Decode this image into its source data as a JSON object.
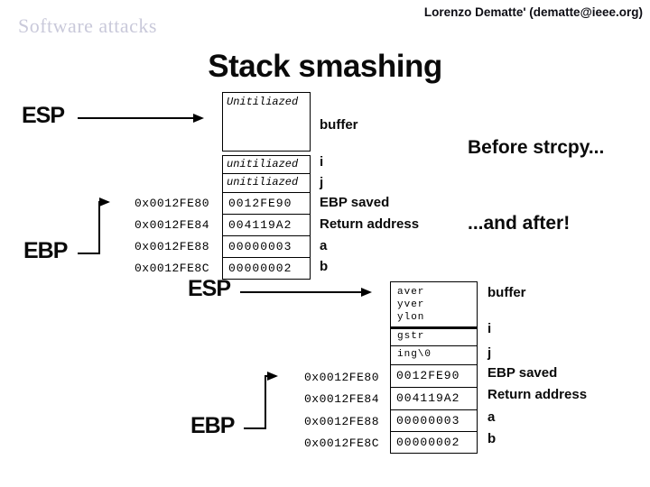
{
  "header": {
    "course": "Software attacks",
    "author": "Lorenzo Dematte' (dematte@ieee.org)"
  },
  "title": "Stack smashing",
  "registers": {
    "esp": "ESP",
    "ebp": "EBP"
  },
  "colors": {
    "course_text": "#c9c9da",
    "ink": "#000000"
  },
  "before": {
    "caption": "Before strcpy...",
    "addresses": [
      "0x0012FE80",
      "0x0012FE84",
      "0x0012FE88",
      "0x0012FE8C"
    ],
    "cells": [
      {
        "value": "Unitiliazed",
        "label": "buffer"
      },
      {
        "value": "unitiliazed",
        "label": "i"
      },
      {
        "value": "unitiliazed",
        "label": "j"
      },
      {
        "value": "0012FE90",
        "label": "EBP saved"
      },
      {
        "value": "004119A2",
        "label": "Return address"
      },
      {
        "value": "00000003",
        "label": "a"
      },
      {
        "value": "00000002",
        "label": "b"
      }
    ]
  },
  "after": {
    "caption": "...and after!",
    "addresses": [
      "0x0012FE80",
      "0x0012FE84",
      "0x0012FE88",
      "0x0012FE8C"
    ],
    "cells": [
      {
        "value": "aver\nyver\nylon",
        "label": "buffer"
      },
      {
        "value": "gstr",
        "label": "i"
      },
      {
        "value": "ing\\0",
        "label": "j"
      },
      {
        "value": "0012FE90",
        "label": "EBP saved"
      },
      {
        "value": "004119A2",
        "label": "Return address"
      },
      {
        "value": "00000003",
        "label": "a"
      },
      {
        "value": "00000002",
        "label": "b"
      }
    ]
  }
}
